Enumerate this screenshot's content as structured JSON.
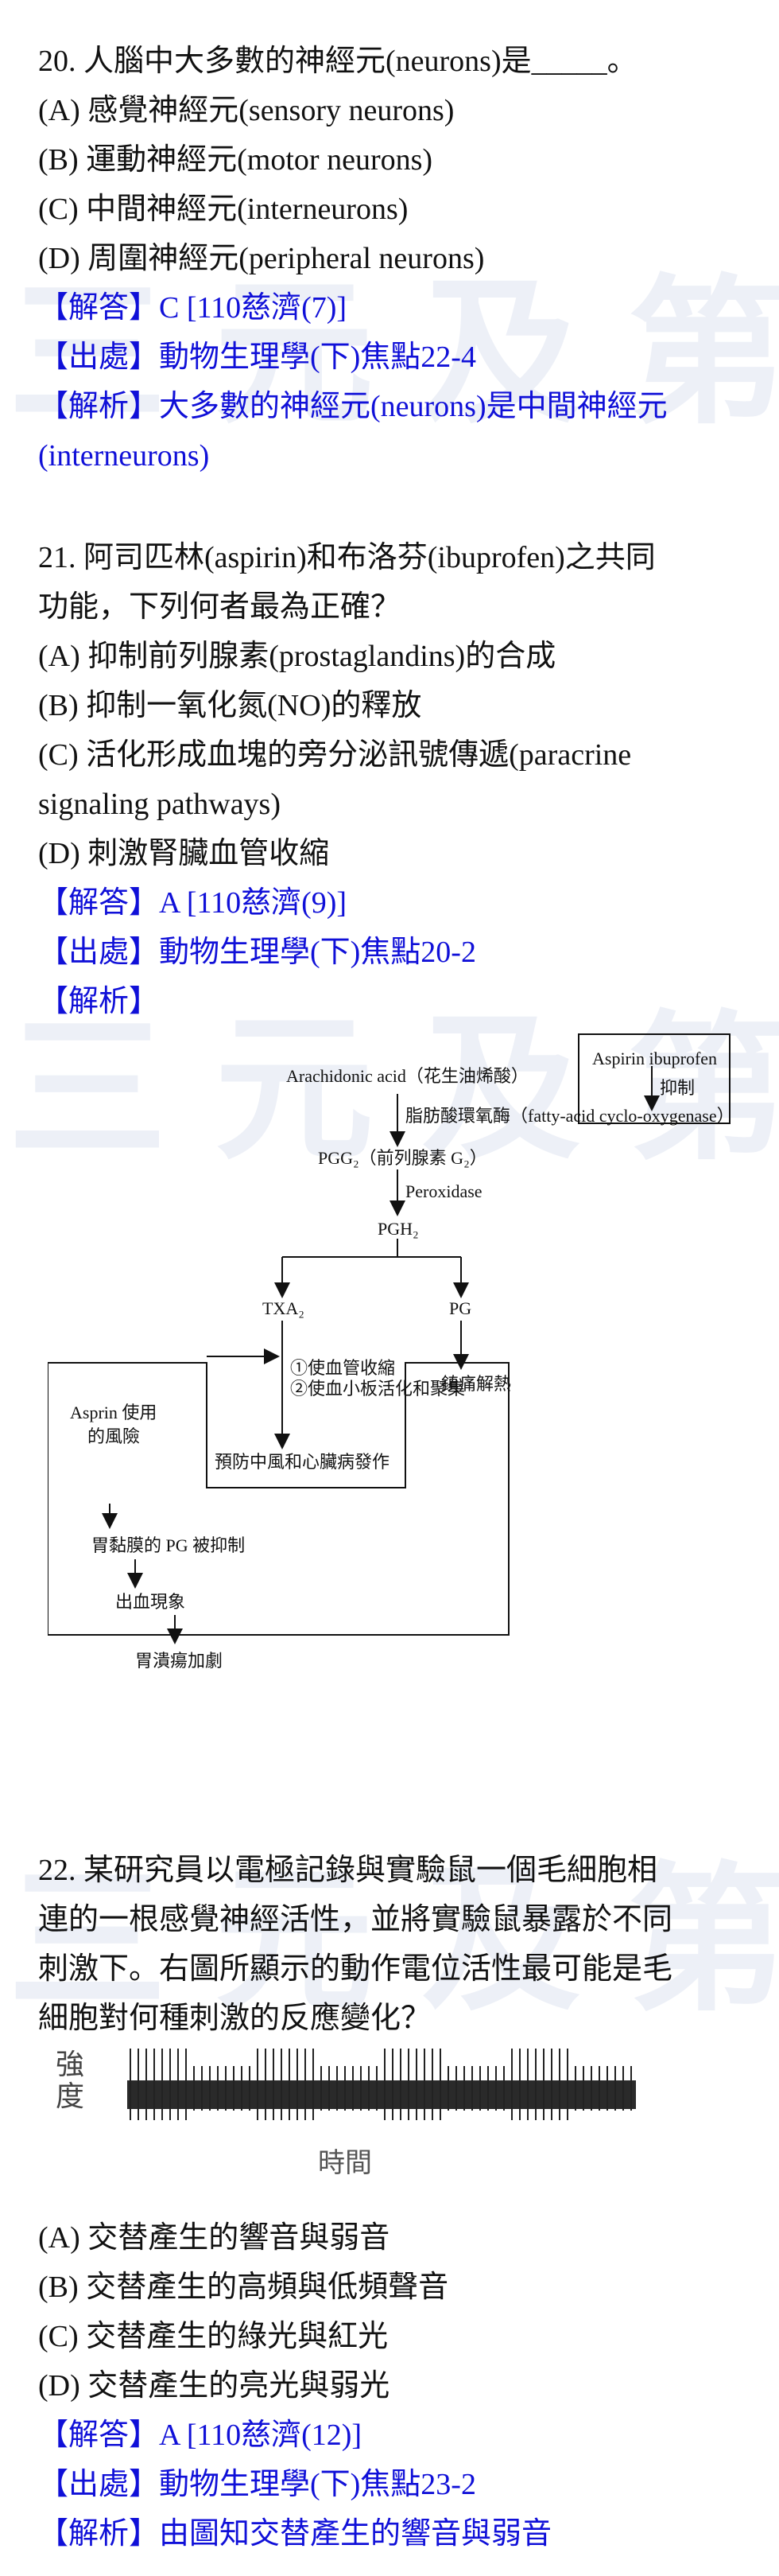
{
  "watermark": "三元及第",
  "q20": {
    "stem": "20. 人腦中大多數的神經元(neurons)是_____。",
    "options": [
      "(A)  感覺神經元(sensory neurons)",
      "(B)  運動神經元(motor neurons)",
      "(C)  中間神經元(interneurons)",
      "(D)  周圍神經元(peripheral neurons)"
    ],
    "answer": "【解答】C   [110慈濟(7)]",
    "source": "【出處】動物生理學(下)焦點22-4",
    "analysis_1": "【解析】大多數的神經元(neurons)是中間神經元",
    "analysis_2": "(interneurons)"
  },
  "q21": {
    "stem_1": "21. 阿司匹林(aspirin)和布洛芬(ibuprofen)之共同",
    "stem_2": "功能，下列何者最為正確？",
    "options": [
      "(A)  抑制前列腺素(prostaglandins)的合成",
      "(B)  抑制一氧化氮(NO)的釋放",
      "(C)  活化形成血塊的旁分泌訊號傳遞(paracrine",
      "signaling pathways)",
      "(D)  刺激腎臟血管收縮"
    ],
    "answer": "【解答】A   [110慈濟(9)]",
    "source": "【出處】動物生理學(下)焦點20-2",
    "analysis": "【解析】"
  },
  "flowchart": {
    "aspirin_box": "Aspirin ibuprofen",
    "inhibit": "抑制",
    "arachidonic": "Arachidonic acid（花生油烯酸）",
    "cox": "脂肪酸環氧酶（fatty-acid cyclo-oxygenase）",
    "pgg2": "PGG₂（前列腺素 G₂）",
    "peroxidase": "Peroxidase",
    "pgh2": "PGH₂",
    "txa2": "TXA₂",
    "pg": "PG",
    "vaso_1": "①使血管收縮",
    "vaso_2": "②使血小板活化和聚集",
    "analgesic": "鎮痛解熱",
    "risk_1": "Asprin 使用",
    "risk_2": "的風險",
    "prevent": "預防中風和心臟病發作",
    "gastric_pg": "胃黏膜的 PG 被抑制",
    "bleeding": "出血現象",
    "ulcer": "胃潰瘍加劇"
  },
  "q22": {
    "stem_1": "22. 某研究員以電極記錄與實驗鼠一個毛細胞相",
    "stem_2": "連的一根感覺神經活性，並將實驗鼠暴露於不同",
    "stem_3": "刺激下。右圖所顯示的動作電位活性最可能是毛",
    "stem_4": "細胞對何種刺激的反應變化？",
    "figure_ylabel_1": "強",
    "figure_ylabel_2": "度",
    "figure_xlabel": "時間",
    "options": [
      "(A)  交替產生的響音與弱音",
      "(B)  交替產生的高頻與低頻聲音",
      "(C)  交替產生的綠光與紅光",
      "(D)  交替產生的亮光與弱光"
    ],
    "answer": "【解答】A   [110慈濟(12)]",
    "source": "【出處】動物生理學(下)焦點23-2",
    "analysis": "【解析】由圖知交替產生的響音與弱音"
  },
  "colors": {
    "blue": "#1010d8",
    "watermark": "#a5b4dc"
  }
}
